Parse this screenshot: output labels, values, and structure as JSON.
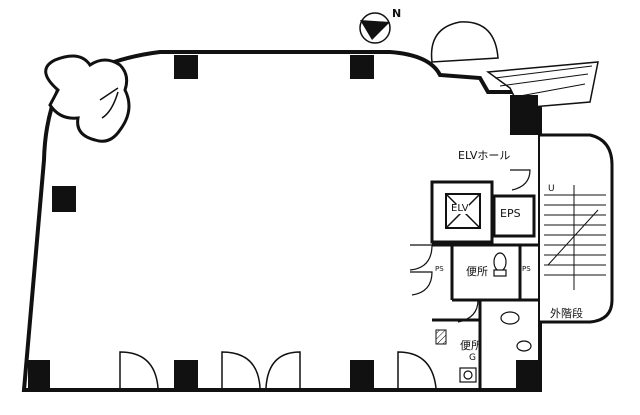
{
  "compass": {
    "north_label": "N"
  },
  "rooms": {
    "elevator_hall": "ELVホール",
    "elevator": "ELV",
    "eps": "EPS",
    "toilet_main": "便所",
    "toilet_accessible": "便所",
    "toilet_accessible_sub": "G",
    "external_stair": "外階段",
    "stair_direction": "U",
    "pipe_space_left": "PS",
    "pipe_space_right": "PS"
  },
  "colors": {
    "line": "#111111",
    "fill": "#ffffff",
    "column": "#111111"
  }
}
